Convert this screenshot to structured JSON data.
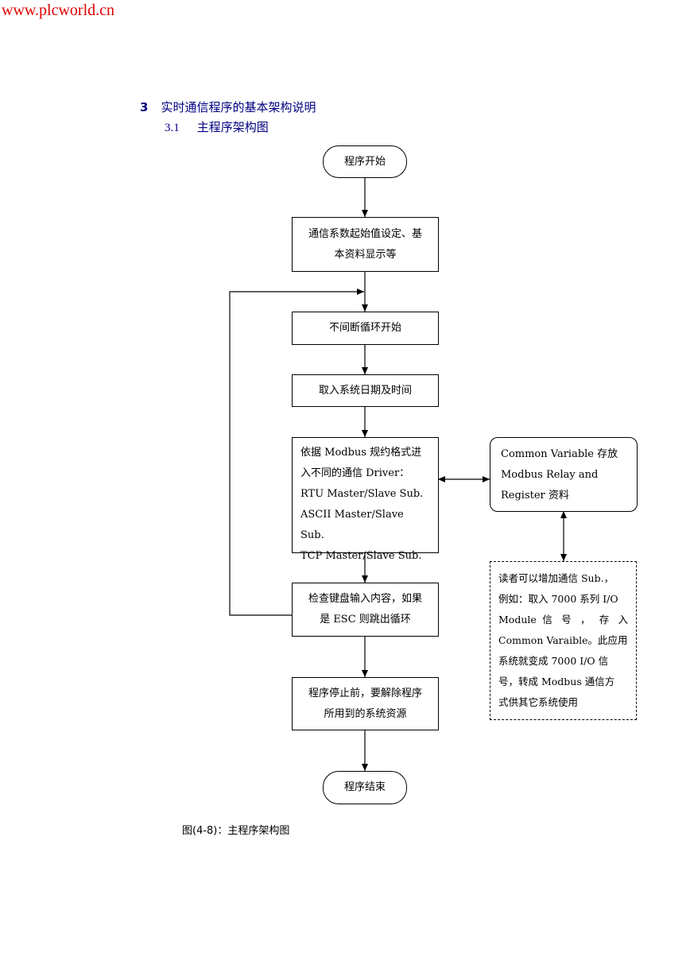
{
  "watermark": "www.plcworld.cn",
  "heading": {
    "number": "3",
    "title": "实时通信程序的基本架构说明"
  },
  "subheading": {
    "number": "3.1",
    "title": "主程序架构图"
  },
  "flow": {
    "start": "程序开始",
    "init": [
      "通信系数起始值设定、基",
      "本资料显示等"
    ],
    "loop_start": "不间断循环开始",
    "get_time": "取入系统日期及时间",
    "driver": [
      "依据 Modbus 规约格式进",
      "入不同的通信 Driver：",
      "RTU Master/Slave Sub.",
      "ASCII Master/Slave Sub.",
      "TCP Master/Slave Sub."
    ],
    "check_key": [
      "检查键盘输入内容，如果",
      "是 ESC 则跳出循环"
    ],
    "release": [
      "程序停止前，要解除程序",
      "所用到的系统资源"
    ],
    "end": "程序结束"
  },
  "side": {
    "common_var": [
      "Common Variable 存放",
      "Modbus Relay and",
      "Register 资料"
    ],
    "note": [
      "读者可以增加通信 Sub.，",
      "例如：取入 7000 系列 I/O",
      "Module 信 号 ， 存 入",
      "Common Varaible。此应用",
      "系统就变成 7000 I/O 信",
      "号，转成 Modbus 通信方",
      "式供其它系统使用"
    ]
  },
  "caption": "图(4-8)：主程序架构图"
}
